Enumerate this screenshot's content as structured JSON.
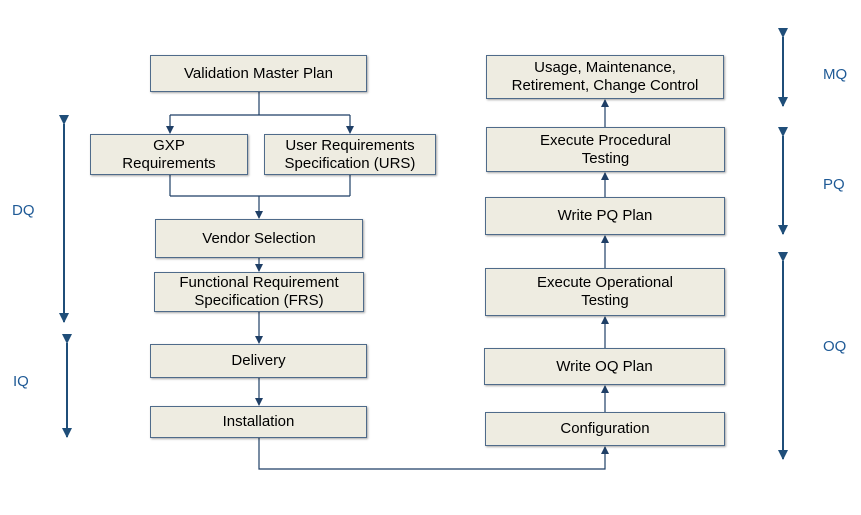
{
  "boxes": {
    "vmp": "Validation Master Plan",
    "gxp": "GXP\nRequirements",
    "urs": "User Requirements\nSpecification (URS)",
    "vendor": "Vendor Selection",
    "frs": "Functional Requirement\nSpecification (FRS)",
    "delivery": "Delivery",
    "installation": "Installation",
    "configuration": "Configuration",
    "write_oq": "Write OQ Plan",
    "exec_oq": "Execute Operational\nTesting",
    "write_pq": "Write PQ Plan",
    "exec_pq": "Execute Procedural\nTesting",
    "usage": "Usage, Maintenance,\nRetirement, Change Control"
  },
  "phases": {
    "dq": "DQ",
    "iq": "IQ",
    "oq": "OQ",
    "pq": "PQ",
    "mq": "MQ"
  },
  "colors": {
    "phase_arrow": "#1f4e79",
    "connector": "#1f3f66",
    "box_fill": "#eeece1",
    "phase_label": "#1f5a96"
  }
}
